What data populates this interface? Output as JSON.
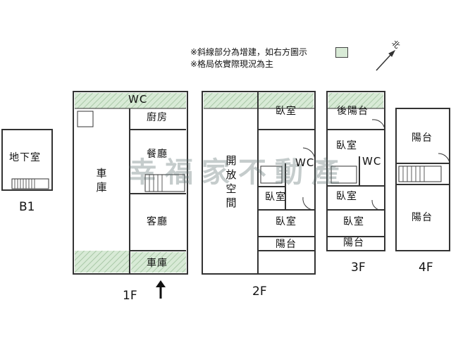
{
  "notes": {
    "line1": "※斜線部分為增建，如右方圖示",
    "line2": "※格局依實際現況為主"
  },
  "north_label": "北",
  "watermark": "幸福家不動產",
  "colors": {
    "hatch_fill": "#d8ead6",
    "hatch_line": "#9cbf9a",
    "wall": "#333333",
    "watermark": "#6a7f7f"
  },
  "floors": {
    "b1": {
      "label": "B1",
      "rooms": {
        "basement": "地下室"
      }
    },
    "f1": {
      "label": "1F",
      "rooms": {
        "garage_main": "車庫",
        "wc": "WC",
        "kitchen": "廚房",
        "dining": "餐廳",
        "living": "客廳",
        "garage_front": "車庫"
      }
    },
    "f2": {
      "label": "2F",
      "rooms": {
        "open_space": "開放空間",
        "bedroom_top": "臥室",
        "wc": "WC",
        "bedroom_small": "臥室",
        "bedroom_bottom": "臥室",
        "balcony": "陽台"
      }
    },
    "f3": {
      "label": "3F",
      "rooms": {
        "rear_balcony": "後陽台",
        "bedroom_top": "臥室",
        "wc": "WC",
        "bedroom_mid": "臥室",
        "bedroom_bottom": "臥室",
        "balcony": "陽台"
      }
    },
    "f4": {
      "label": "4F",
      "rooms": {
        "balcony_top": "陽台",
        "balcony_bottom": "陽台"
      }
    }
  },
  "entrance_icon": "up-arrow-icon"
}
